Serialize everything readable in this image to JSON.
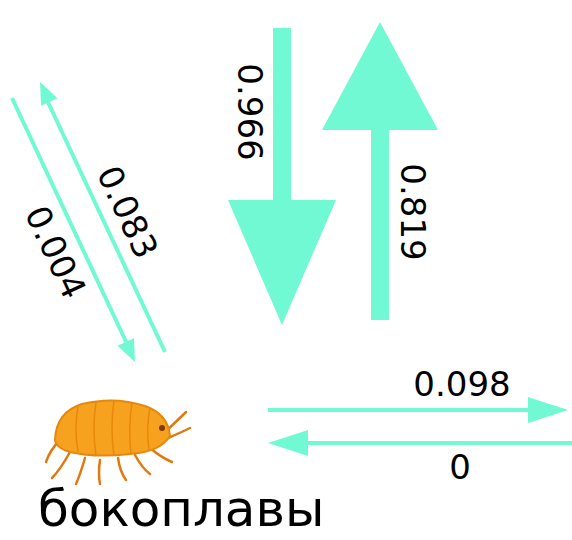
{
  "diagram": {
    "nodes": [
      {
        "text": [
          "бокоплавы"
        ]
      }
    ],
    "labels": [
      "0.966",
      "0.819",
      "0.083",
      "0.004",
      "0.098",
      "0"
    ]
  }
}
